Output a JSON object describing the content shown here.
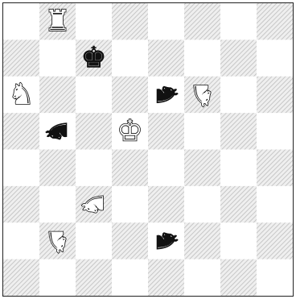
{
  "board": {
    "files": 8,
    "ranks": 8,
    "light_square_color": "#ffffff",
    "dark_square_color": "#d6d6d6",
    "dark_square_pattern": "diagonal-hatch"
  },
  "pieces": [
    {
      "square": "b8",
      "type": "rook",
      "color": "white",
      "glyph": "♜"
    },
    {
      "square": "c7",
      "type": "king",
      "color": "black",
      "glyph": "♚"
    },
    {
      "square": "a6",
      "type": "knight",
      "color": "white",
      "glyph": "♞"
    },
    {
      "square": "e6",
      "type": "knight",
      "color": "black",
      "glyph": "♞",
      "rotation": "right"
    },
    {
      "square": "f6",
      "type": "knight",
      "color": "white",
      "glyph": "♞",
      "rotation": "down"
    },
    {
      "square": "b5",
      "type": "knight",
      "color": "black",
      "glyph": "♞",
      "rotation": "left"
    },
    {
      "square": "d5",
      "type": "king",
      "color": "white",
      "glyph": "♚"
    },
    {
      "square": "c3",
      "type": "knight",
      "color": "white",
      "glyph": "♞",
      "rotation": "left"
    },
    {
      "square": "b2",
      "type": "knight",
      "color": "white",
      "glyph": "♞",
      "rotation": "down"
    },
    {
      "square": "e2",
      "type": "knight",
      "color": "black",
      "glyph": "♞",
      "rotation": "right"
    }
  ]
}
